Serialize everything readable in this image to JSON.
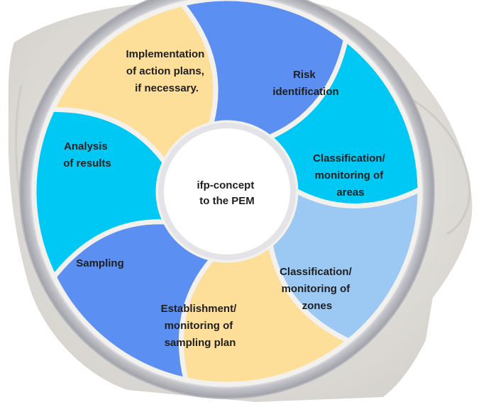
{
  "center": {
    "lines": [
      "ifp-concept",
      "to the PEM"
    ]
  },
  "segments": [
    {
      "id": "risk-identification",
      "lines": [
        "Risk",
        "identification"
      ],
      "color": "#00c8f4"
    },
    {
      "id": "classification-areas",
      "lines": [
        "Classification/",
        "monitoring of",
        "areas"
      ],
      "color": "#9cc8f4"
    },
    {
      "id": "classification-zones",
      "lines": [
        "Classification/",
        "monitoring of",
        "zones"
      ],
      "color": "#fddf9a"
    },
    {
      "id": "sampling-plan",
      "lines": [
        "Establishment/",
        "monitoring of",
        "sampling plan"
      ],
      "color": "#5b8ff2"
    },
    {
      "id": "sampling",
      "lines": [
        "Sampling"
      ],
      "color": "#00c8f4"
    },
    {
      "id": "analysis-results",
      "lines": [
        "Analysis",
        "of results"
      ],
      "color": "#fddf9a"
    },
    {
      "id": "action-plans",
      "lines": [
        "Implementation",
        "of action plans,",
        "if necessary."
      ],
      "color": "#5b8ff2"
    }
  ],
  "colors": {
    "dish_rim": "#d9d9de",
    "center_fill": "#ffffff",
    "glove": "#e6e4df"
  }
}
